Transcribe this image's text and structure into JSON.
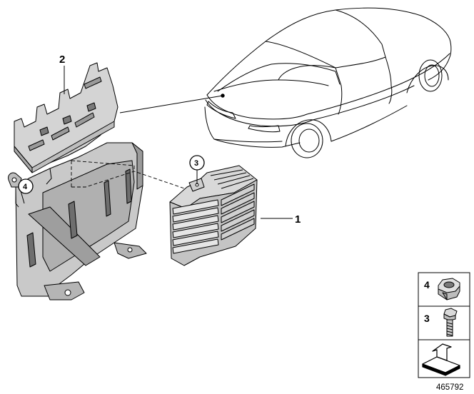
{
  "callouts": {
    "part1": "1",
    "part2": "2",
    "part3": "3",
    "part4": "4"
  },
  "legend": {
    "row_nut_label": "4",
    "row_bolt_label": "3",
    "row_nut_icon": "hex-nut-icon",
    "row_bolt_icon": "bolt-icon",
    "row_arrow_icon": "installation-arrow-icon"
  },
  "diagram_number": "465792",
  "colors": {
    "outline": "#000000",
    "metal_light": "#d9d9d9",
    "metal_mid": "#b8b8b8",
    "metal_dark": "#8a8a8a"
  }
}
